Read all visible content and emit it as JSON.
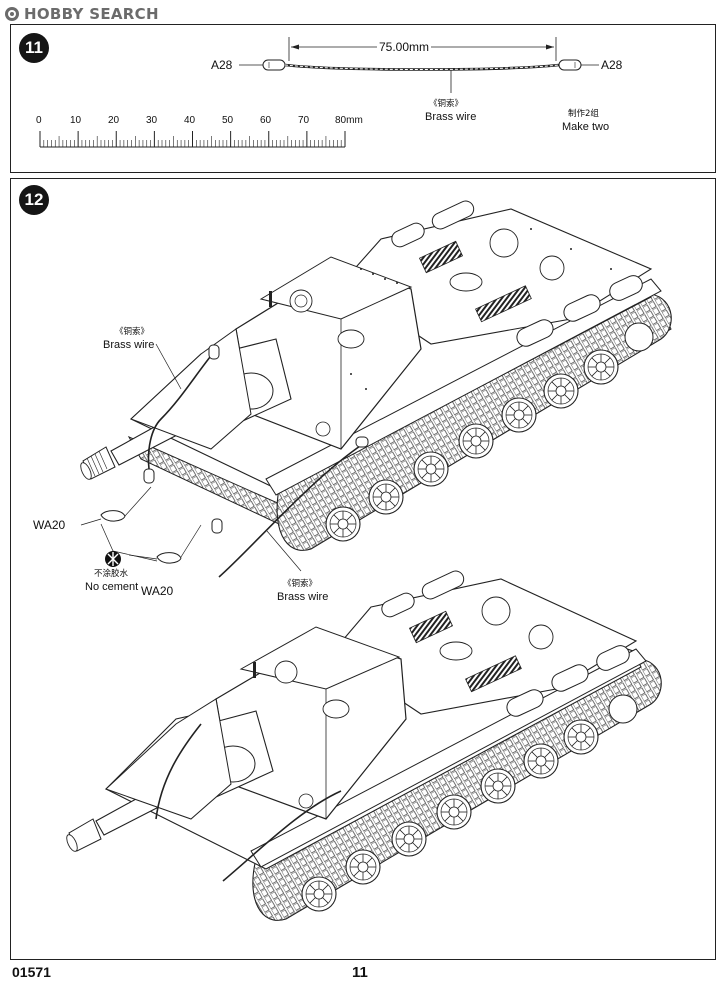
{
  "watermark": {
    "text": "HOBBY SEARCH"
  },
  "step11": {
    "number": "11",
    "dimension": "75.00mm",
    "part_left": "A28",
    "part_right": "A28",
    "wire_cn": "《铜索》",
    "wire_en": "Brass wire",
    "make_cn": "制作2组",
    "make_en": "Make two",
    "ruler_ticks": [
      "0",
      "10",
      "20",
      "30",
      "40",
      "50",
      "60",
      "70",
      "80mm"
    ]
  },
  "step12": {
    "number": "12",
    "wire_top_cn": "《铜索》",
    "wire_top_en": "Brass wire",
    "wire_bottom_cn": "《铜索》",
    "wire_bottom_en": "Brass wire",
    "part_a": "WA20",
    "part_b": "WA20",
    "no_cement_cn": "不涂胶水",
    "no_cement_en": "No cement"
  },
  "footer": {
    "code": "01571",
    "page": "11"
  }
}
